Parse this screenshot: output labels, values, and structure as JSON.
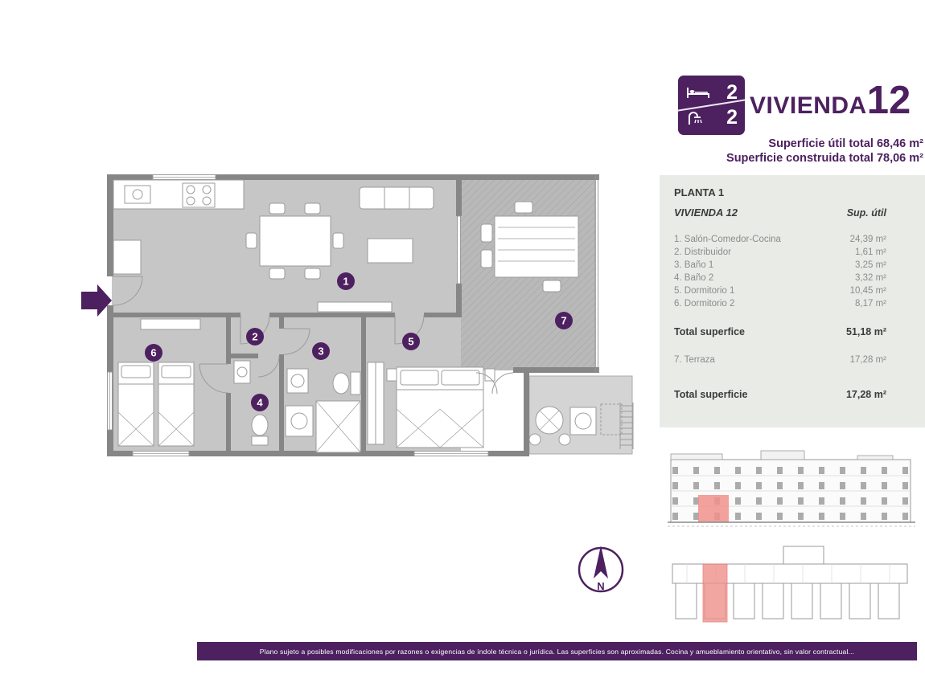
{
  "colors": {
    "purple": "#4d2060",
    "table_bg": "#e9ebe6",
    "red_highlight": "#f0908c",
    "floor_gray": "#c6c6c6",
    "terrace_gray": "#b9b9b9"
  },
  "header": {
    "badge": {
      "bedrooms": "2",
      "bathrooms": "2"
    },
    "title": "VIVIENDA",
    "unit_number": "12",
    "superficie_util": "Superficie útil total 68,46 m²",
    "superficie_construida": "Superficie construida total 78,06 m²"
  },
  "summary_table": {
    "planta": "PLANTA 1",
    "vivienda": "VIVIENDA 12",
    "sup_util_header": "Sup. útil",
    "rooms": [
      {
        "label": "1. Salón-Comedor-Cocina",
        "value": "24,39 m²"
      },
      {
        "label": "2. Distribuidor",
        "value": "1,61 m²"
      },
      {
        "label": "3. Baño 1",
        "value": "3,25 m²"
      },
      {
        "label": "4. Baño 2",
        "value": "3,32 m²"
      },
      {
        "label": "5. Dormitorio 1",
        "value": "10,45 m²"
      },
      {
        "label": "6. Dormitorio 2",
        "value": "8,17 m²"
      }
    ],
    "total_interior": {
      "label": "Total superfice",
      "value": "51,18 m²"
    },
    "terraza": {
      "label": "7. Terraza",
      "value": "17,28 m²"
    },
    "total_terraza": {
      "label": "Total superficie",
      "value": "17,28 m²"
    }
  },
  "floorplan": {
    "markers": {
      "m1": "1",
      "m2": "2",
      "m3": "3",
      "m4": "4",
      "m5": "5",
      "m6": "6",
      "m7": "7"
    }
  },
  "compass": {
    "label": "N"
  },
  "footer": {
    "disclaimer": "Plano sujeto a posibles modificaciones por razones o exigencias de índole técnica o jurídica. Las superficies son aproximadas. Cocina y amueblamiento orientativo, sin valor contractual..."
  }
}
